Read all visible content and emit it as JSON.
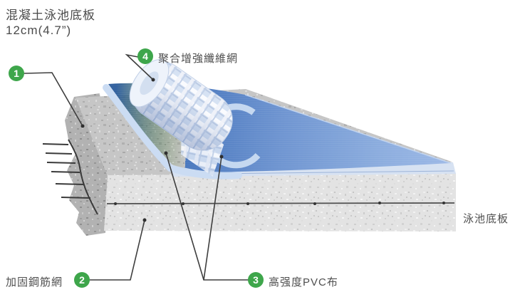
{
  "title": {
    "line1": "混凝土泳池底板",
    "line2": "12cm(4.7”)"
  },
  "callouts": {
    "c1": {
      "number": "1"
    },
    "c2": {
      "number": "2",
      "label": "加固鋼筋網"
    },
    "c3": {
      "number": "3",
      "label": "高强度PVC布"
    },
    "c4": {
      "number": "4",
      "label": "聚合增強纖維網"
    }
  },
  "side_label": "泳池底板",
  "colors": {
    "badge_green": "#3EA64B",
    "sheet_blue_dark": "#3a68b0",
    "sheet_blue_light": "#96b4e2",
    "sheet_edge_light": "#cbdcf3",
    "concrete_gray": "#c7c7c7",
    "text_gray": "#4f4f4f",
    "leader_line": "#3e3e3e"
  }
}
